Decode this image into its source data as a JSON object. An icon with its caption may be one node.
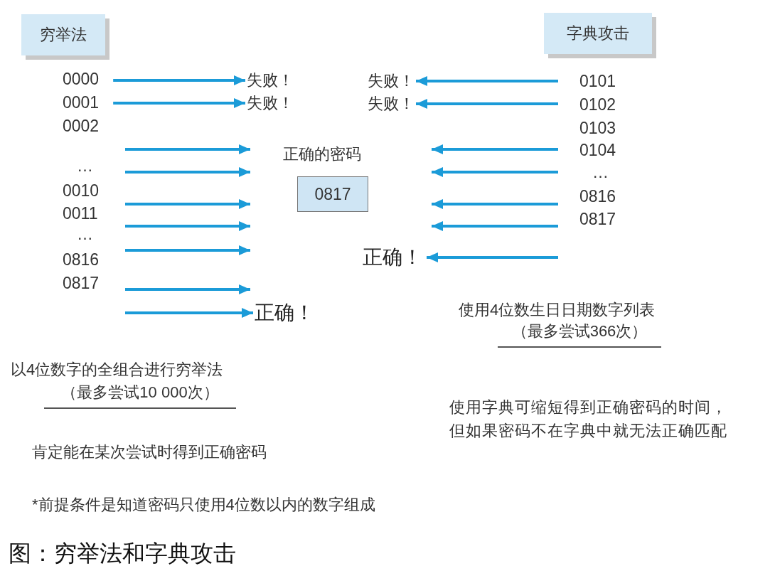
{
  "diagram": {
    "caption": "图：穷举法和字典攻击",
    "nodes": [
      {
        "text": [
          "穷举法"
        ]
      },
      {
        "text": [
          "字典攻击"
        ]
      },
      {
        "text": [
          "0000"
        ]
      },
      {
        "text": [
          "失败！"
        ]
      },
      {
        "text": [
          "失败！"
        ]
      },
      {
        "text": [
          "0101"
        ]
      },
      {
        "text": [
          "0001"
        ]
      },
      {
        "text": [
          "失败！"
        ]
      },
      {
        "text": [
          "失败！"
        ]
      },
      {
        "text": [
          "0102"
        ]
      },
      {
        "text": [
          "正确的密码",
          "0817"
        ]
      },
      {
        "text": [
          "正确！"
        ]
      },
      {
        "text": [
          "正确！"
        ]
      }
    ],
    "edges": [
      {
        "from": 2,
        "to": 3,
        "arrow": "to"
      },
      {
        "from": 5,
        "to": 4,
        "arrow": "to"
      },
      {
        "from": 6,
        "to": 7,
        "arrow": "to"
      },
      {
        "from": 9,
        "to": 8,
        "arrow": "to"
      },
      {
        "from": null,
        "to": 11,
        "arrow": "to"
      },
      {
        "from": null,
        "to": 12,
        "arrow": "to"
      }
    ],
    "labels": [
      "0002",
      "…",
      "0010",
      "0011",
      "…",
      "0816",
      "0817",
      "0103",
      "0104",
      "…",
      "0816",
      "0817",
      "使用4位数生日日期数字列表",
      "（最多尝试366次）",
      "以4位数字的全组合进行穷举法",
      "（最多尝试10 000次）",
      "使用字典可缩短得到正确密码的时间，但如果密码不在字典中就无法正确匹配",
      "肯定能在某次尝试时得到正确密码",
      "*前提条件是知道密码只使用4位数以内的数字组成"
    ]
  }
}
